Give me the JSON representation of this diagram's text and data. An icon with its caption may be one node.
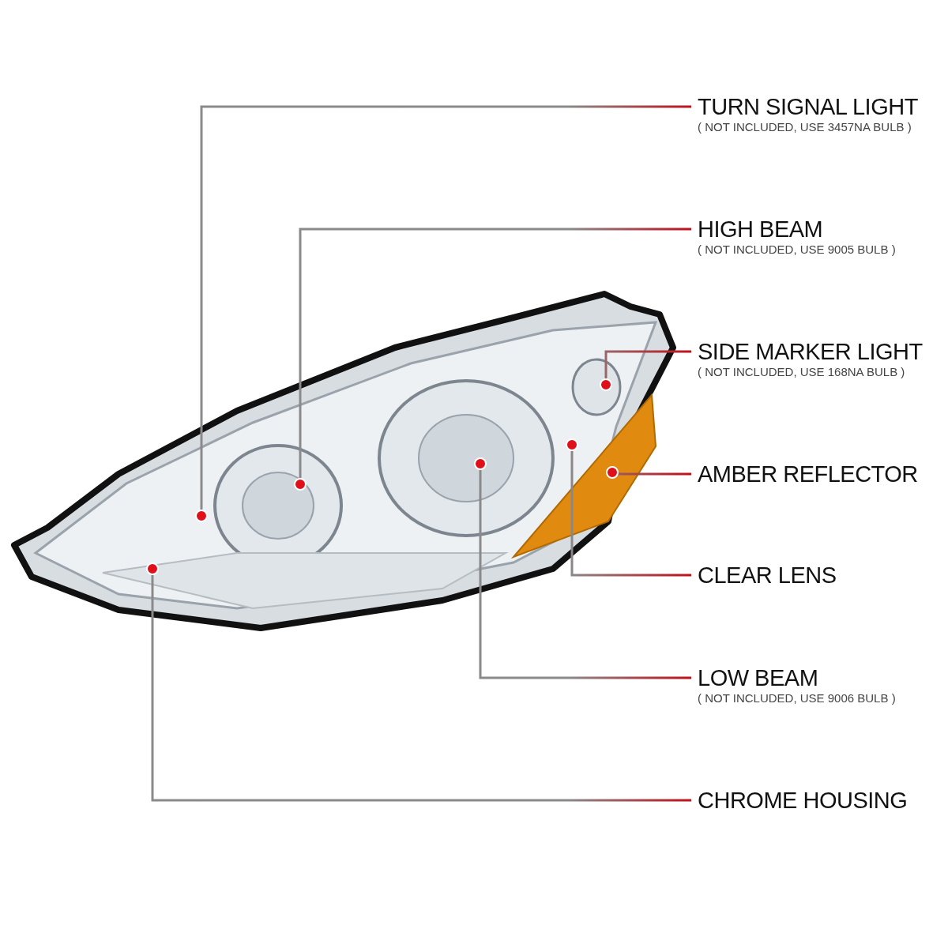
{
  "diagram": {
    "nodes": [
      {
        "text": [
          "TURN SIGNAL LIGHT",
          "( NOT INCLUDED, USE 3457NA BULB )"
        ]
      },
      {
        "text": [
          "HIGH BEAM",
          "( NOT INCLUDED, USE 9005 BULB )"
        ]
      },
      {
        "text": [
          "SIDE MARKER LIGHT",
          "( NOT INCLUDED, USE 168NA BULB )"
        ]
      },
      {
        "text": [
          "AMBER REFLECTOR"
        ]
      },
      {
        "text": [
          "CLEAR LENS"
        ]
      },
      {
        "text": [
          "LOW BEAM",
          "( NOT INCLUDED, USE 9006 BULB )"
        ]
      },
      {
        "text": [
          "CHROME HOUSING"
        ]
      },
      {
        "text": [],
        "shape": "circle"
      },
      {
        "text": [],
        "shape": "circle"
      },
      {
        "text": [],
        "shape": "circle"
      },
      {
        "text": [],
        "shape": "circle"
      },
      {
        "text": [],
        "shape": "circle"
      },
      {
        "text": [],
        "shape": "circle"
      },
      {
        "text": [],
        "shape": "circle"
      }
    ],
    "edges": [
      {
        "from": 0,
        "to": 7,
        "arrow": "none"
      },
      {
        "from": 1,
        "to": 8,
        "arrow": "none"
      },
      {
        "from": 2,
        "to": 9,
        "arrow": "none"
      },
      {
        "from": 3,
        "to": 10,
        "arrow": "none"
      },
      {
        "from": 4,
        "to": 11,
        "arrow": "none"
      },
      {
        "from": 5,
        "to": 12,
        "arrow": "none"
      },
      {
        "from": 6,
        "to": 13,
        "arrow": "none"
      }
    ]
  }
}
